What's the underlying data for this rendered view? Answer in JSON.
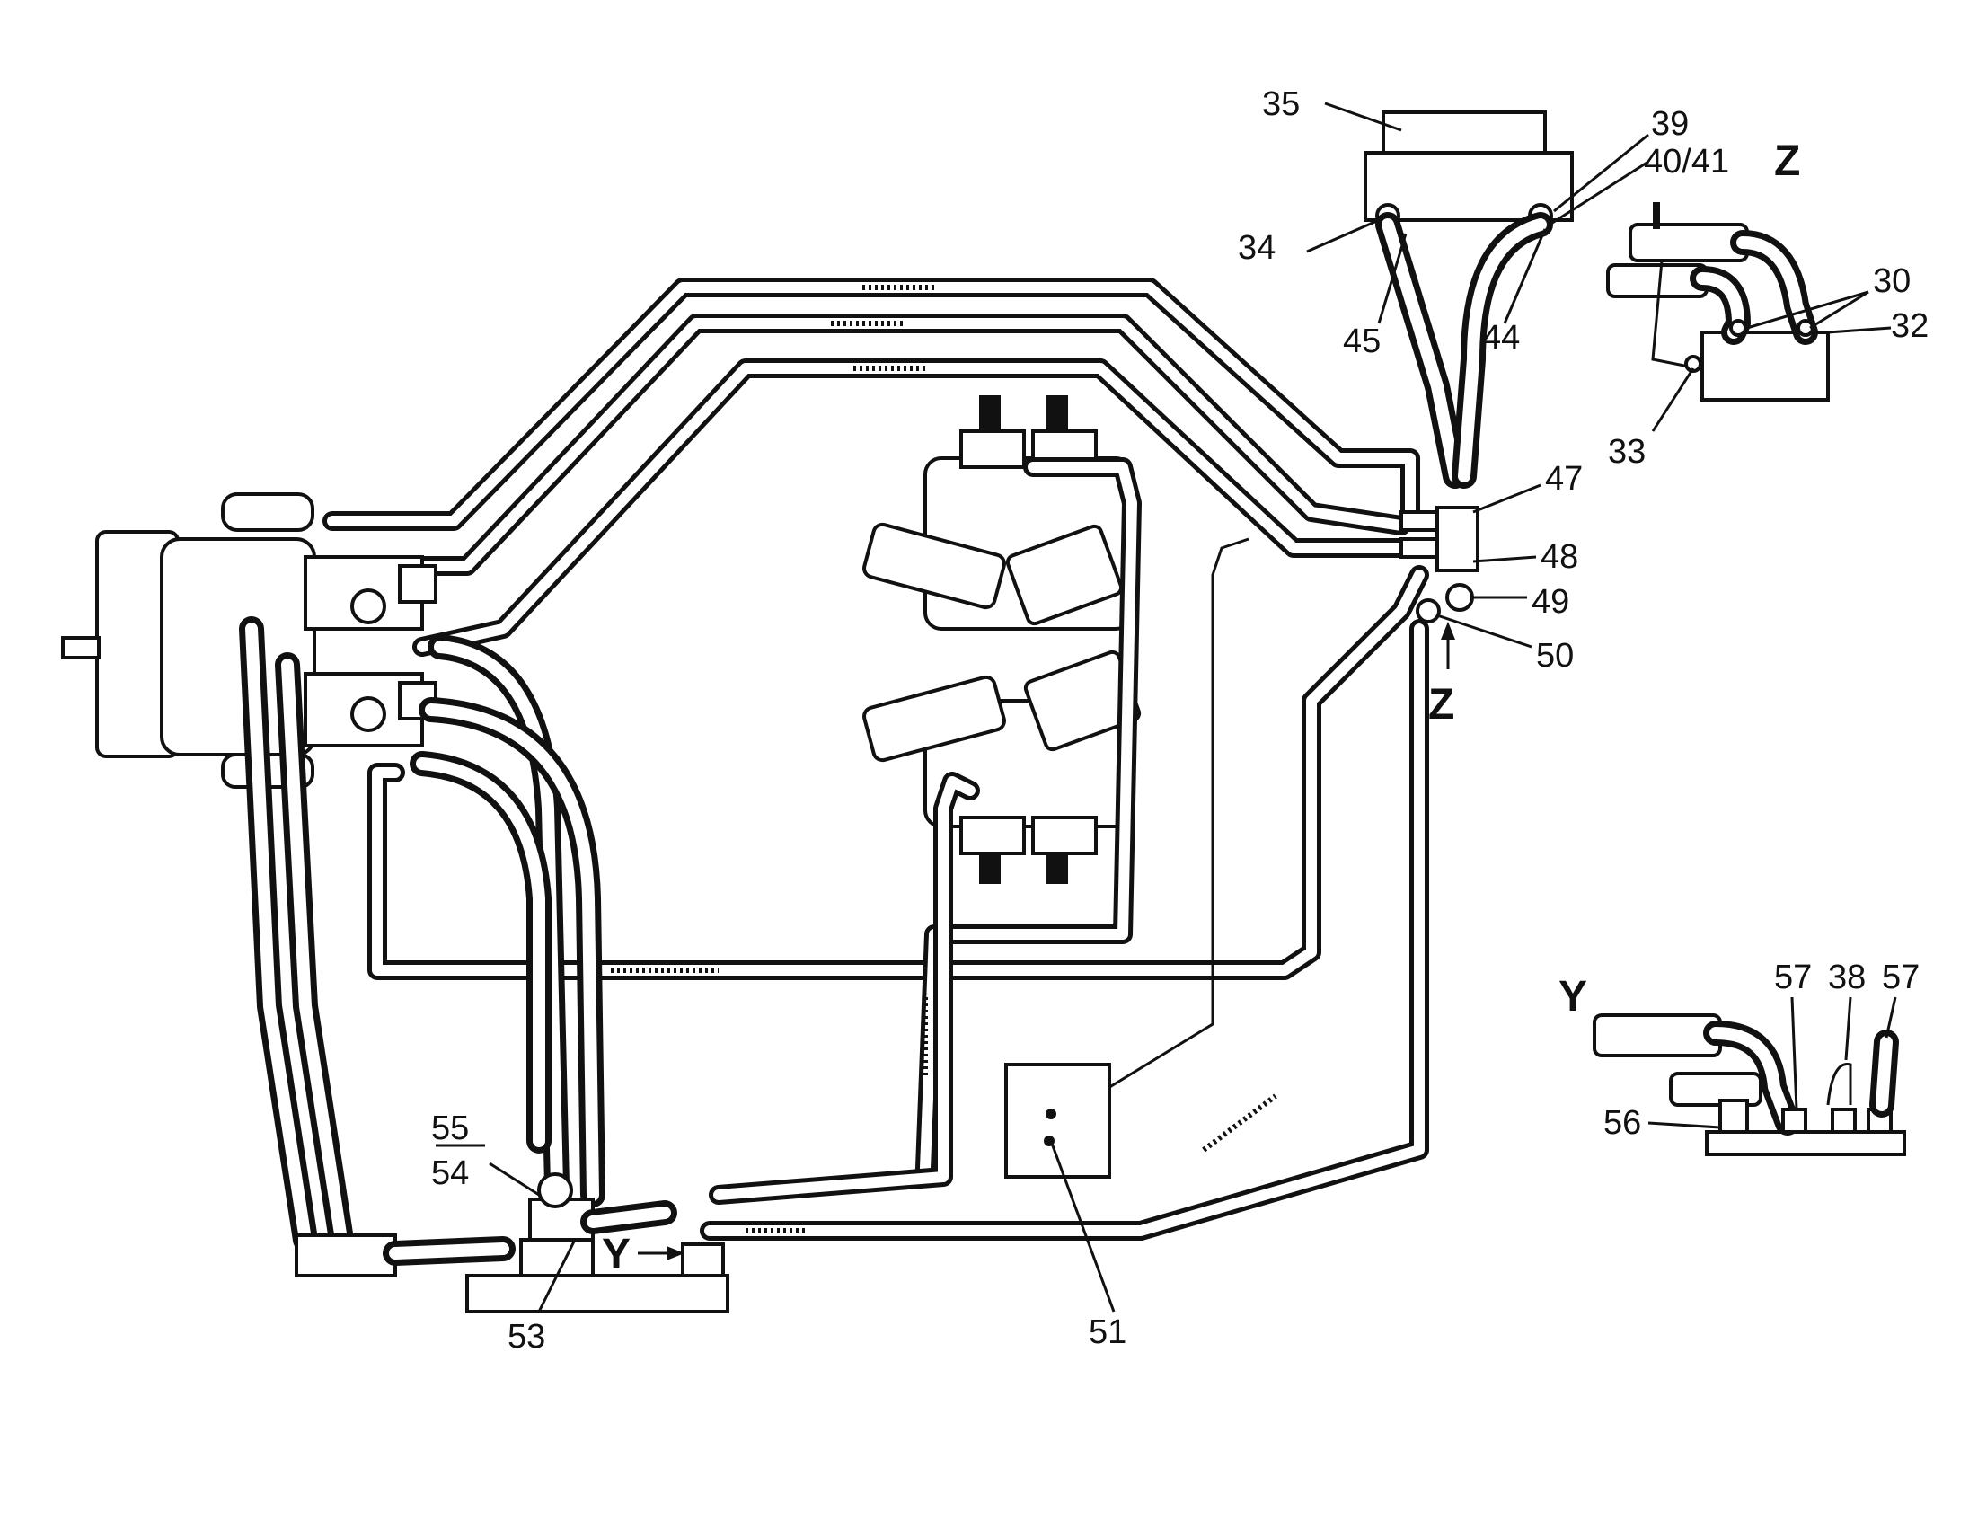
{
  "labels": {
    "l35": "35",
    "l39": "39",
    "l4041": "40/41",
    "l34": "34",
    "l45": "45",
    "l44": "44",
    "l47": "47",
    "l48": "48",
    "l49": "49",
    "l50": "50",
    "l30": "30",
    "l32": "32",
    "l33": "33",
    "l57a": "57",
    "l38": "38",
    "l57b": "57",
    "l56": "56",
    "l55": "55",
    "l54": "54",
    "l53": "53",
    "l51": "51"
  },
  "views": {
    "z_top": "Z",
    "z_arrow": "Z",
    "y_arrow": "Y",
    "y_detail": "Y"
  }
}
